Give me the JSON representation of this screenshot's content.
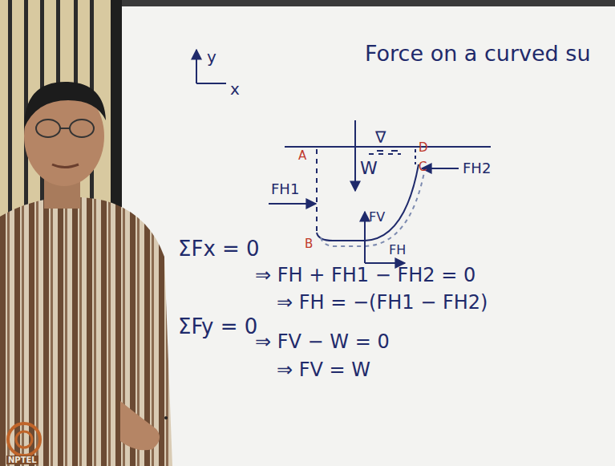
{
  "diagram": {
    "title": "Force on a curved su",
    "labels": [
      "y",
      "x",
      "A",
      "D",
      "C",
      "B",
      "∇",
      "W",
      "FH1",
      "FH2",
      "FV",
      "FH",
      "ΣFx = 0",
      "⇒ FH + FH1 − FH2 = 0",
      "⇒ FH = −(FH1 − FH2)",
      "ΣFy = 0",
      "⇒ FV − W = 0",
      "⇒ FV = W",
      "NPTEL"
    ]
  }
}
